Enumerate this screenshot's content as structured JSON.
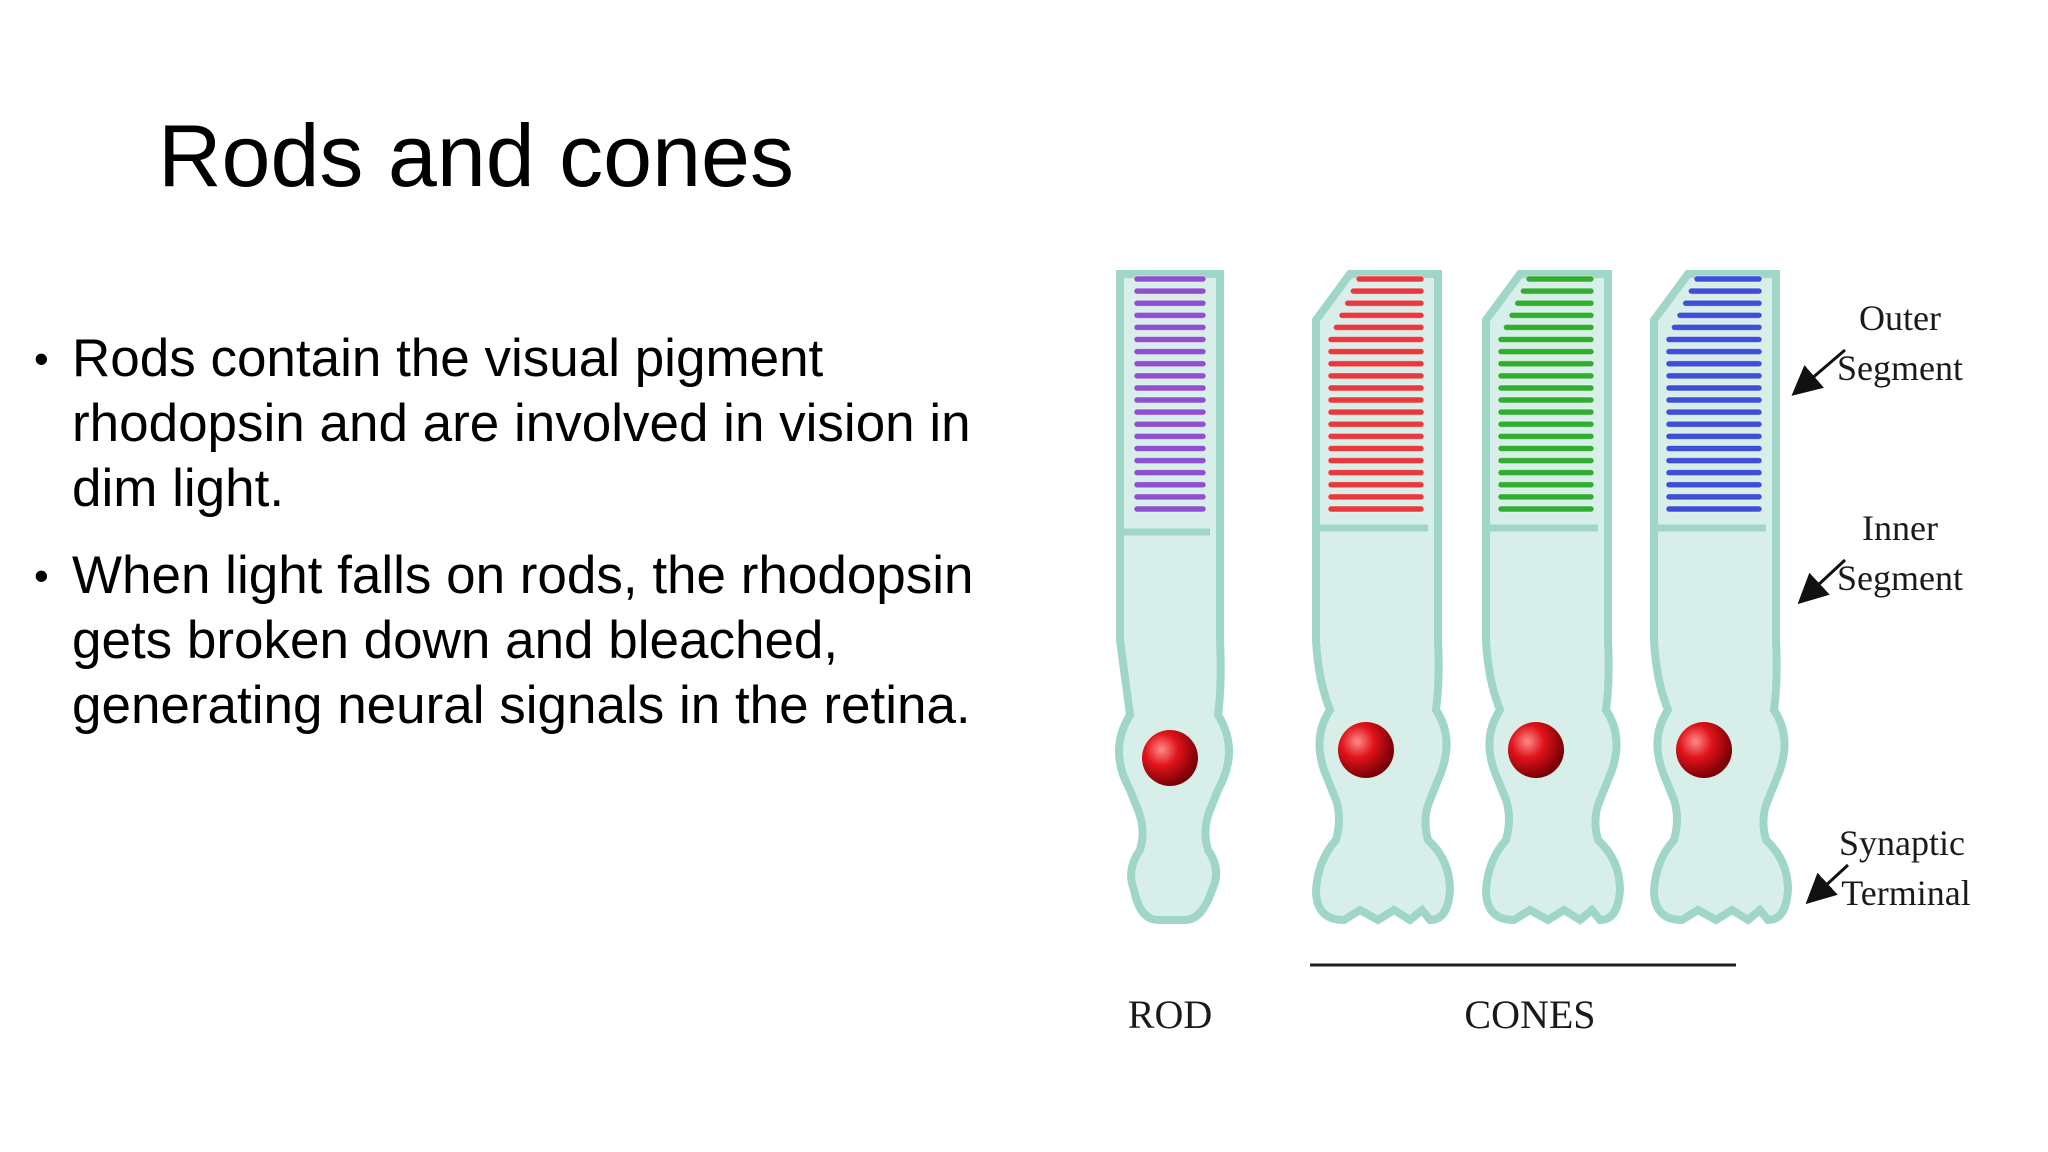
{
  "slide": {
    "title": "Rods and cones",
    "bullets": [
      "Rods contain the visual pigment rhodopsin and are involved in vision in dim light.",
      "When light falls on rods, the rhodopsin gets broken down and bleached, generating neural signals in the retina."
    ],
    "bullet_glyph": "•"
  },
  "figure": {
    "labels": {
      "outer_segment_line1": "Outer",
      "outer_segment_line2": "Segment",
      "inner_segment_line1": "Inner",
      "inner_segment_line2": "Segment",
      "synaptic_terminal_line1": "Synaptic",
      "synaptic_terminal_line2": "Terminal",
      "rod": "ROD",
      "cones": "CONES"
    },
    "colors": {
      "cell_fill": "#d8efe9",
      "cell_outline": "#9fd6c8",
      "nucleus": "#d8141a",
      "rod_pigment": "#8e4fd0",
      "cone_red": "#e8393c",
      "cone_green": "#2fae2f",
      "cone_blue": "#3c4fd6"
    }
  }
}
